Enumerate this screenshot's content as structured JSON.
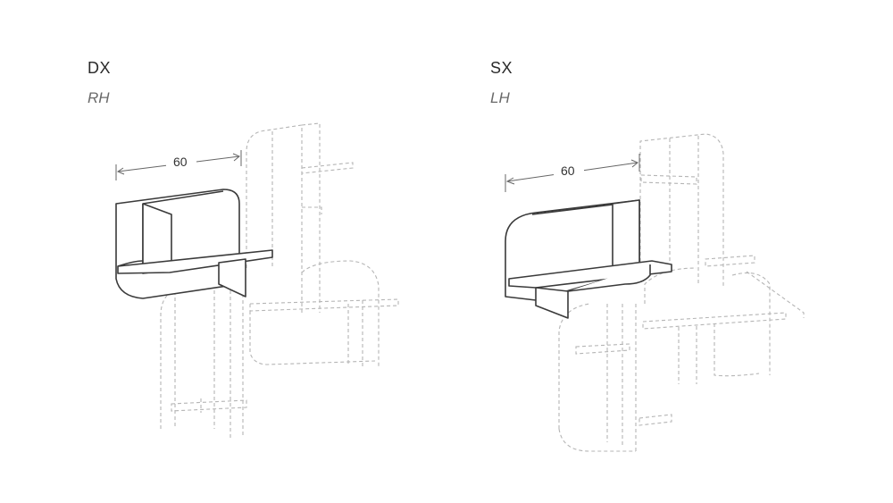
{
  "left": {
    "code": "DX",
    "label": "RH",
    "dimension": "60"
  },
  "right": {
    "code": "SX",
    "label": "LH",
    "dimension": "60"
  },
  "colors": {
    "solid_stroke": "#3a3a3a",
    "ghost_stroke": "#b5b5b5",
    "background": "#ffffff"
  }
}
